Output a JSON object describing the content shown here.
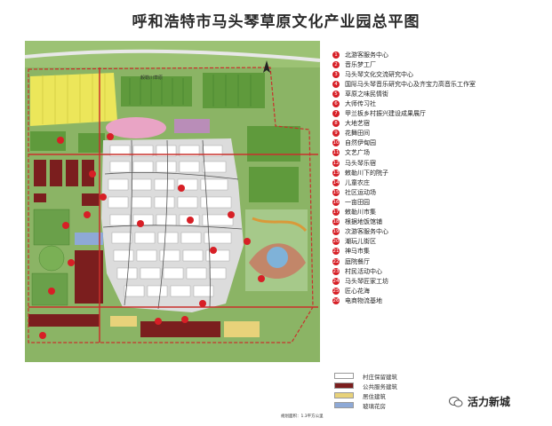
{
  "title": "呼和浩特市马头琴草原文化产业园总平图",
  "road_label": "毅勒川草原",
  "scale_text": "规划面积：1.3平方公里",
  "watermark_text": "活力新城",
  "legend": [
    {
      "num": "1",
      "label": "北游客服务中心"
    },
    {
      "num": "2",
      "label": "音乐梦工厂"
    },
    {
      "num": "3",
      "label": "马头琴文化交流研究中心"
    },
    {
      "num": "4",
      "label": "国际马头琴音乐研究中心及齐宝力高音乐工作室"
    },
    {
      "num": "5",
      "label": "草原之味民情街"
    },
    {
      "num": "6",
      "label": "大师传习社"
    },
    {
      "num": "7",
      "label": "甲兰板乡村振兴建设成果展厅"
    },
    {
      "num": "8",
      "label": "大地艺宿"
    },
    {
      "num": "9",
      "label": "花舞田间"
    },
    {
      "num": "10",
      "label": "自然伊甸园"
    },
    {
      "num": "11",
      "label": "文艺广场"
    },
    {
      "num": "12",
      "label": "马头琴乐宿"
    },
    {
      "num": "13",
      "label": "敕勒川下的院子"
    },
    {
      "num": "14",
      "label": "儿童农庄"
    },
    {
      "num": "15",
      "label": "社区运动场"
    },
    {
      "num": "16",
      "label": "一亩田园"
    },
    {
      "num": "17",
      "label": "敕勒川市集"
    },
    {
      "num": "18",
      "label": "根据地饭馆铺"
    },
    {
      "num": "19",
      "label": "次游客服务中心"
    },
    {
      "num": "20",
      "label": "潮玩儿街区"
    },
    {
      "num": "21",
      "label": "神马市集"
    },
    {
      "num": "22",
      "label": "庭院餐厅"
    },
    {
      "num": "23",
      "label": "村民活动中心"
    },
    {
      "num": "24",
      "label": "马头琴匠家工坊"
    },
    {
      "num": "25",
      "label": "匠心花海"
    },
    {
      "num": "26",
      "label": "电商物流基地"
    }
  ],
  "keys": [
    {
      "label": "村庄保留建筑",
      "color": "#ffffff"
    },
    {
      "label": "公共服务建筑",
      "color": "#7b1e1e"
    },
    {
      "label": "居住建筑",
      "color": "#e8d27a"
    },
    {
      "label": "玻璃花房",
      "color": "#8ea9d6"
    }
  ],
  "colors": {
    "number_badge": "#d71f26",
    "road": "#c9302c",
    "field": "#5f9a3c",
    "yellow_field": "#ece65a"
  }
}
